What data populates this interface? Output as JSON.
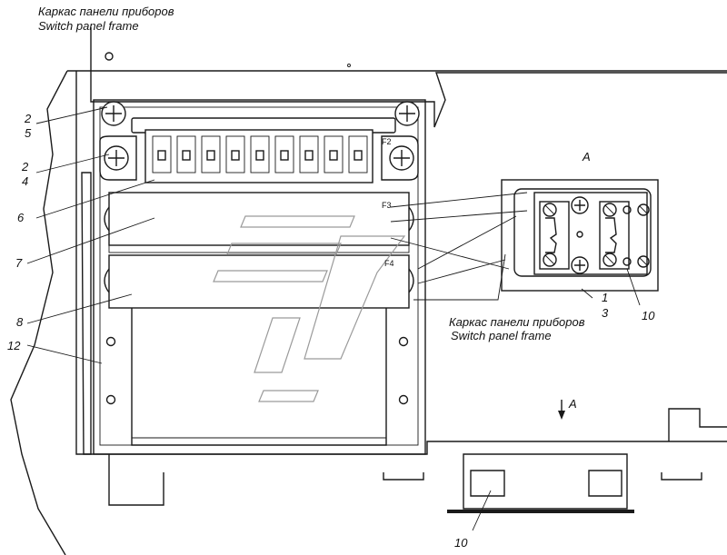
{
  "captions": {
    "frame_top_ru": "Каркас панели приборов",
    "frame_top_en": "Switch panel frame",
    "frame_mid_ru": "Каркас панели приборов",
    "frame_mid_en": "Switch panel frame"
  },
  "callouts": {
    "c2a": "2",
    "c5": "5",
    "c2b": "2",
    "c4": "4",
    "c6": "6",
    "c7": "7",
    "c8": "8",
    "c12": "12",
    "c1": "1",
    "c3": "3",
    "c10a": "10",
    "c10b": "10"
  },
  "fuse_blocks": {
    "f2": "F2",
    "f3": "F3",
    "f4": "F4"
  },
  "view": {
    "label": "A",
    "arrow_label": "A"
  }
}
